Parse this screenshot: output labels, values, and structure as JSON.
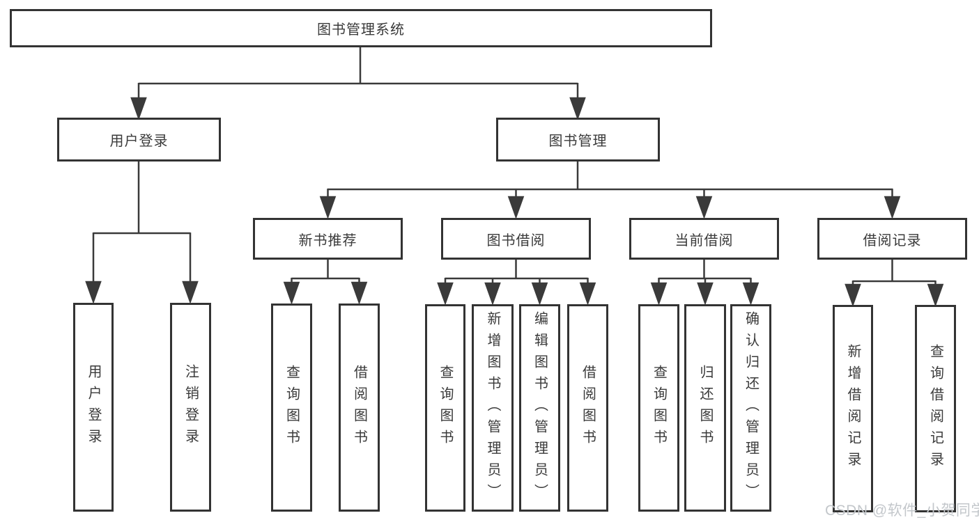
{
  "diagram": {
    "type": "tree",
    "root": {
      "label": "图书管理系统",
      "children": [
        {
          "label": "用户登录",
          "children": [
            {
              "label": "用户登录"
            },
            {
              "label": "注销登录"
            }
          ]
        },
        {
          "label": "图书管理",
          "children": [
            {
              "label": "新书推荐",
              "children": [
                {
                  "label": "查询图书"
                },
                {
                  "label": "借阅图书"
                }
              ]
            },
            {
              "label": "图书借阅",
              "children": [
                {
                  "label": "查询图书"
                },
                {
                  "label": "新增图书（管理员）"
                },
                {
                  "label": "编辑图书（管理员）"
                },
                {
                  "label": "借阅图书"
                }
              ]
            },
            {
              "label": "当前借阅",
              "children": [
                {
                  "label": "查询图书"
                },
                {
                  "label": "归还图书"
                },
                {
                  "label": "确认归还（管理员）"
                }
              ]
            },
            {
              "label": "借阅记录",
              "children": [
                {
                  "label": "新增借阅记录"
                },
                {
                  "label": "查询借阅记录"
                }
              ]
            }
          ]
        }
      ]
    }
  },
  "watermark": {
    "text": "CSDN @软件_小贺同学"
  },
  "colors": {
    "line": "#3a3a3a",
    "box_border": "#333333",
    "box_fill": "#ffffff",
    "text": "#3a3a3a",
    "watermark": "#c3c7cb",
    "background": "#ffffff"
  }
}
